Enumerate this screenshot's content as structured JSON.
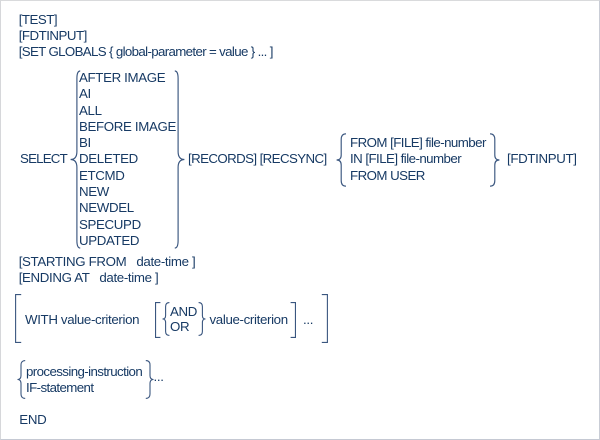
{
  "colors": {
    "text": "#173a64",
    "line": "#3a567f",
    "border": "#c9cdd6",
    "background": "#ffffff"
  },
  "syntax": {
    "header": {
      "test": "[TEST]",
      "fdtinput": "[FDTINPUT]",
      "set_globals": "[SET GLOBALS { global-parameter = value } ... ]"
    },
    "select": {
      "keyword": "SELECT",
      "options": [
        "AFTER IMAGE",
        "AI",
        "ALL",
        "BEFORE IMAGE",
        "BI",
        "DELETED",
        "ETCMD",
        "NEW",
        "NEWDEL",
        "SPECUPD",
        "UPDATED"
      ],
      "modifiers": "[RECORDS] [RECSYNC]",
      "sources": [
        "FROM [FILE] file-number",
        "IN [FILE] file-number",
        "FROM USER"
      ],
      "fdtinput": "[FDTINPUT]"
    },
    "starting_from": "[STARTING FROM   date-time ]",
    "ending_at": "[ENDING AT   date-time ]",
    "with_clause": {
      "head": "WITH value-criterion",
      "connectors": [
        "AND",
        "OR"
      ],
      "operand": "value-criterion",
      "ellipsis": "..."
    },
    "body": {
      "options": [
        "processing-instruction",
        "IF-statement"
      ],
      "ellipsis": "..."
    },
    "end": "END"
  }
}
